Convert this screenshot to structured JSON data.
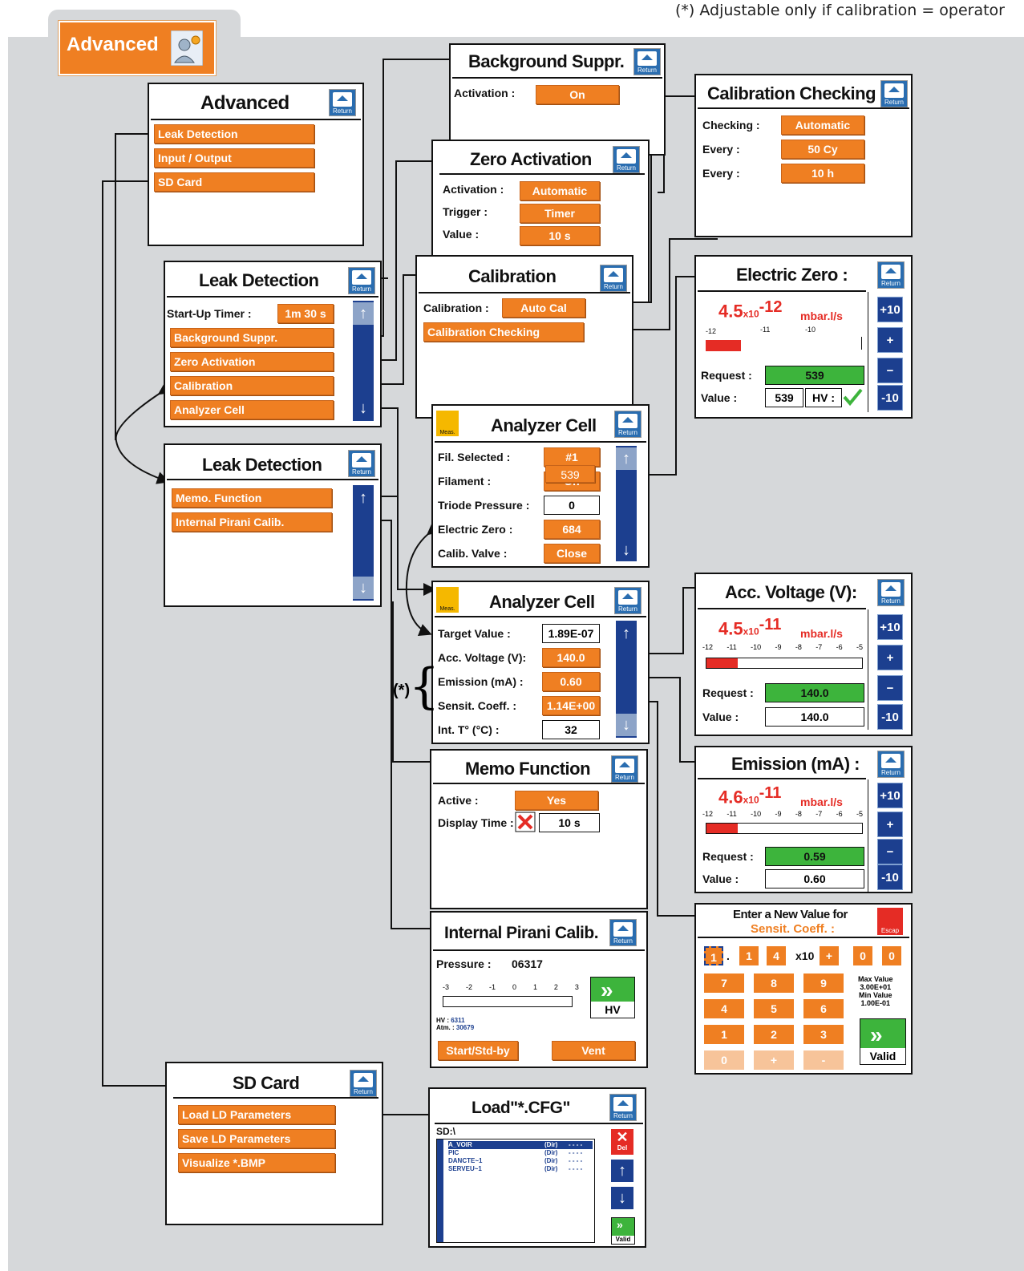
{
  "note": "(*) Adjustable only if calibration = operator",
  "tab": {
    "label": "Advanced"
  },
  "return_label": "Return",
  "meas_label": "Meas.",
  "advanced": {
    "title": "Advanced",
    "items": [
      "Leak Detection",
      "Input / Output",
      "SD Card"
    ]
  },
  "bgsuppr": {
    "title": "Background Suppr.",
    "activation_label": "Activation :",
    "activation_value": "On"
  },
  "zero": {
    "title": "Zero Activation",
    "rows": [
      {
        "label": "Activation :",
        "value": "Automatic"
      },
      {
        "label": "Trigger :",
        "value": "Timer"
      },
      {
        "label": "Value :",
        "value": "10 s"
      }
    ]
  },
  "calcheck": {
    "title": "Calibration Checking",
    "rows": [
      {
        "label": "Checking :",
        "value": "Automatic"
      },
      {
        "label": "Every :",
        "value": "50 Cy"
      },
      {
        "label": "Every :",
        "value": "10 h"
      }
    ]
  },
  "ld1": {
    "title": "Leak Detection",
    "timer_label": "Start-Up Timer :",
    "timer_value": "1m 30 s",
    "items": [
      "Background Suppr.",
      "Zero Activation",
      "Calibration",
      "Analyzer Cell"
    ]
  },
  "calib": {
    "title": "Calibration",
    "label": "Calibration :",
    "value": "Auto Cal",
    "item": "Calibration Checking"
  },
  "ezero": {
    "title": "Electric Zero :",
    "mantissa": "4.5",
    "x10": "x10",
    "exp": "-12",
    "unit": "mbar.l/s",
    "ticks": [
      "-12",
      "-11",
      "-10"
    ],
    "request_label": "Request :",
    "request_value": "539",
    "value_label": "Value :",
    "value_value": "539",
    "hv_label": "HV :",
    "buttons": [
      "+10",
      "+",
      "−",
      "-10"
    ]
  },
  "ld2": {
    "title": "Leak Detection",
    "items": [
      "Memo. Function",
      "Internal Pirani Calib."
    ]
  },
  "ac1": {
    "title": "Analyzer Cell",
    "rows": [
      {
        "label": "Fil. Selected :",
        "value": "#1"
      },
      {
        "label": "Filament :",
        "value": "On"
      },
      {
        "label": "Triode Pressure :",
        "value": "0"
      },
      {
        "label": "Electric Zero :",
        "value": "684"
      },
      {
        "label": "Calib. Valve :",
        "value": "Close"
      }
    ],
    "overlay": "539"
  },
  "ac2": {
    "title": "Analyzer Cell",
    "rows": [
      {
        "label": "Target Value :",
        "value": "1.89E-07"
      },
      {
        "label": "Acc. Voltage (V):",
        "value": "140.0"
      },
      {
        "label": "Emission (mA) :",
        "value": "0.60"
      },
      {
        "label": "Sensit. Coeff. :",
        "value": "1.14E+00"
      },
      {
        "label": "Int. T° (°C) :",
        "value": "32"
      }
    ],
    "star": "(*)"
  },
  "accv": {
    "title": "Acc. Voltage (V):",
    "mantissa": "4.5",
    "x10": "x10",
    "exp": "-11",
    "unit": "mbar.l/s",
    "ticks": [
      "-12",
      "-11",
      "-10",
      "-9",
      "-8",
      "-7",
      "-6",
      "-5"
    ],
    "bar_fraction": 0.2,
    "request_label": "Request :",
    "request_value": "140.0",
    "value_label": "Value :",
    "value_value": "140.0",
    "buttons": [
      "+10",
      "+",
      "−",
      "-10"
    ]
  },
  "emis": {
    "title": "Emission (mA) :",
    "mantissa": "4.6",
    "x10": "x10",
    "exp": "-11",
    "unit": "mbar.l/s",
    "ticks": [
      "-12",
      "-11",
      "-10",
      "-9",
      "-8",
      "-7",
      "-6",
      "-5"
    ],
    "bar_fraction": 0.2,
    "request_label": "Request :",
    "request_value": "0.59",
    "value_label": "Value :",
    "value_value": "0.60",
    "buttons": [
      "+10",
      "+",
      "−",
      "-10"
    ]
  },
  "memo": {
    "title": "Memo Function",
    "active_label": "Active :",
    "active_value": "Yes",
    "display_label": "Display Time :",
    "display_value": "10 s"
  },
  "keypad": {
    "title": "Enter a New Value for",
    "subtitle": "Sensit. Coeff. :",
    "escape": "Escap",
    "digits": [
      "1",
      "1",
      "4"
    ],
    "x10": "x10",
    "sign": "+",
    "exp": [
      "0",
      "0"
    ],
    "keys": [
      "7",
      "8",
      "9",
      "4",
      "5",
      "6",
      "1",
      "2",
      "3",
      "0",
      "+",
      "-"
    ],
    "max_label": "Max Value",
    "max_value": "3.00E+01",
    "min_label": "Min Value",
    "min_value": "1.00E-01",
    "valid": "Valid"
  },
  "pirani": {
    "title": "Internal Pirani Calib.",
    "pressure_label": "Pressure :",
    "pressure_value": "06317",
    "ticks": [
      "-3",
      "-2",
      "-1",
      "0",
      "1",
      "2",
      "3"
    ],
    "hv_label": "HV :",
    "hv_value": "6311",
    "atm_label": "Atm. :",
    "atm_value": "30679",
    "hv_btn": "HV",
    "btn_start": "Start/Std-by",
    "btn_vent": "Vent"
  },
  "sd": {
    "title": "SD Card",
    "items": [
      "Load LD Parameters",
      "Save LD Parameters",
      "Visualize *.BMP"
    ]
  },
  "load": {
    "title": "Load\"*.CFG\"",
    "path": "SD:\\",
    "files": [
      {
        "name": "A_VOIR",
        "type": "(Dir)",
        "size": "- - - -"
      },
      {
        "name": "PIC",
        "type": "(Dir)",
        "size": "- - - -"
      },
      {
        "name": "DANCTE~1",
        "type": "(Dir)",
        "size": "- - - -"
      },
      {
        "name": "SERVEU~1",
        "type": "(Dir)",
        "size": "- - - -"
      }
    ],
    "del": "Del",
    "valid": "Valid"
  },
  "colors": {
    "orange": "#ef7f22",
    "blue": "#1c3f8f",
    "green": "#3db43c",
    "red": "#e52c25",
    "background": "#d6d8da"
  }
}
